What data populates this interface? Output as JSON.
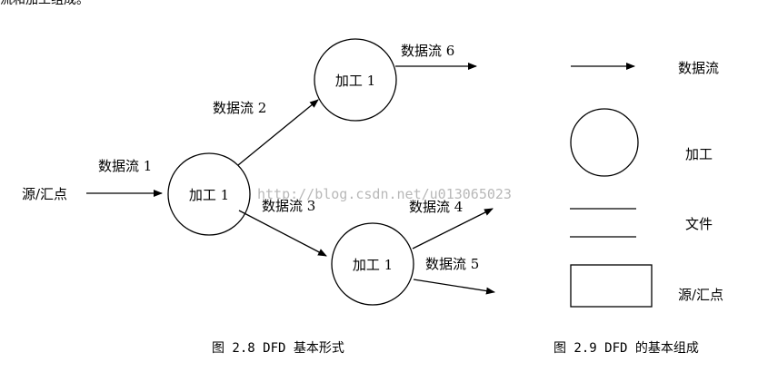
{
  "top_text": "流和加工组成。",
  "watermark": "http://blog.csdn.net/u013065023",
  "figure_left": {
    "source_sink": "源/汇点",
    "process_main": "加工 1",
    "process_top": "加工 1",
    "process_bottom": "加工 1",
    "flows": {
      "f1": "数据流 1",
      "f2": "数据流 2",
      "f3": "数据流 3",
      "f4": "数据流 4",
      "f5": "数据流 5",
      "f6": "数据流 6"
    },
    "caption": "图 2.8  DFD 基本形式"
  },
  "figure_right": {
    "legend": {
      "data_flow": "数据流",
      "process": "加工",
      "file": "文件",
      "source_sink": "源/汇点"
    },
    "caption": "图 2.9  DFD 的基本组成"
  }
}
